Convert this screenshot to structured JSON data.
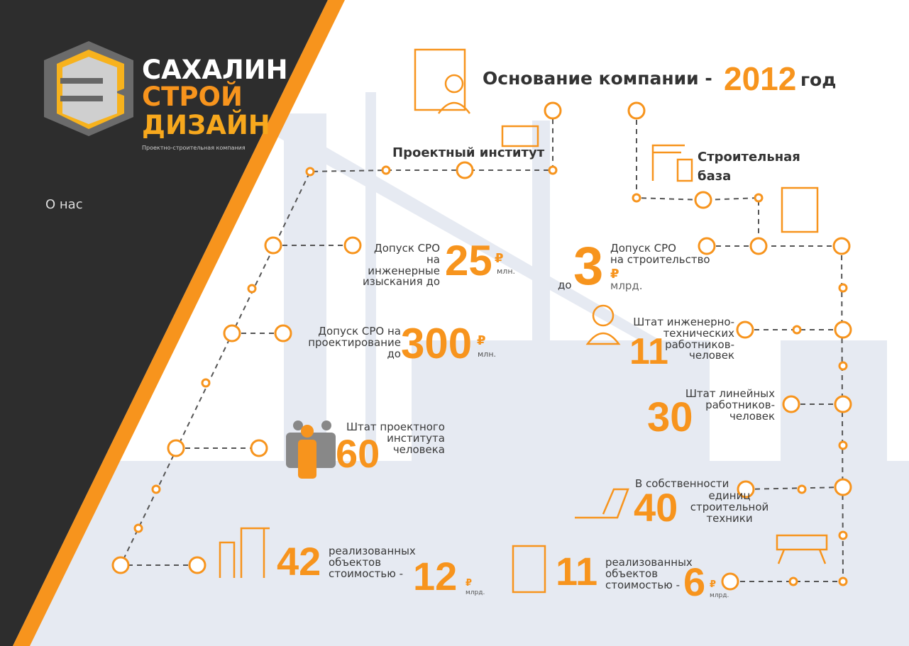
{
  "logo": {
    "line1": "САХАЛИН",
    "line2": "СТРОЙ",
    "line3": "ДИЗАЙН",
    "tagline": "Проектно-строительная компания"
  },
  "section_title": "О нас",
  "founding": {
    "label": "Основание компании -",
    "year": "2012",
    "suffix": "год"
  },
  "institute": "Проектный институт",
  "base": {
    "line1": "Строительная",
    "line2": "база"
  },
  "sro_survey": {
    "line1": "Допуск СРО",
    "line2": "на инженерные",
    "line3": "изыскания до",
    "value": "25",
    "currency": "₽",
    "unit": "млн."
  },
  "sro_design": {
    "line1": "Допуск СРО на",
    "line2": "проектирование",
    "line3": "до",
    "value": "300",
    "currency": "₽",
    "unit": "млн."
  },
  "sro_build": {
    "line1": "Допуск СРО",
    "line2": "на строительство",
    "prefix": "до",
    "value": "3",
    "currency": "₽",
    "unit": "млрд."
  },
  "staff_institute": {
    "line1": "Штат проектного",
    "line2": "института",
    "line3": "человека",
    "value": "60"
  },
  "staff_engineering": {
    "line1": "Штат инженерно-",
    "line2": "технических",
    "line3": "работников-",
    "line4": "человек",
    "value": "11"
  },
  "staff_linear": {
    "line1": "Штат линейных",
    "line2": "работников-",
    "line3": "человек",
    "value": "30"
  },
  "equipment": {
    "line1": "В собственности",
    "line2": "единиц",
    "line3": "строительной",
    "line4": "техники",
    "value": "40"
  },
  "objects_a": {
    "value": "42",
    "line1": "реализованных",
    "line2": "объектов",
    "line3": "стоимостью -",
    "cost": "12",
    "currency": "₽",
    "unit": "млрд."
  },
  "objects_b": {
    "value": "11",
    "line1": "реализованных",
    "line2": "объектов",
    "line3": "стоимостью -",
    "cost": "6",
    "currency": "₽",
    "unit": "млрд."
  },
  "colors": {
    "accent": "#f7941d",
    "dark": "#2d2d2d",
    "silhouette": "#e3e8f1"
  }
}
